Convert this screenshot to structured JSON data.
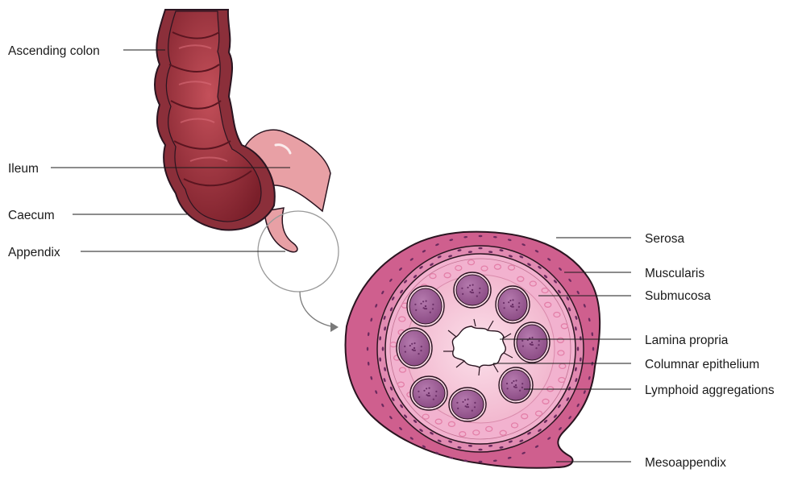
{
  "labels": {
    "ascending_colon": "Ascending colon",
    "ileum": "Ileum",
    "caecum": "Caecum",
    "appendix": "Appendix",
    "serosa": "Serosa",
    "muscularis": "Muscularis",
    "submucosa": "Submucosa",
    "lamina_propria": "Lamina propria",
    "columnar_epithelium": "Columnar epithelium",
    "lymphoid_aggregations": "Lymphoid aggregations",
    "mesoappendix": "Mesoappendix"
  },
  "colors": {
    "colon_wall": "#8b2f3a",
    "colon_lumen": "#a83a45",
    "colon_lumen_dark": "#7a1f2a",
    "ileum": "#e59a9f",
    "serosa": "#cf5f8e",
    "muscularis": "#e18ab1",
    "submucosa": "#f2b2cf",
    "lamina_propria": "#f7c8da",
    "lymphoid": "#9c5a95",
    "outline": "#2a1420"
  }
}
